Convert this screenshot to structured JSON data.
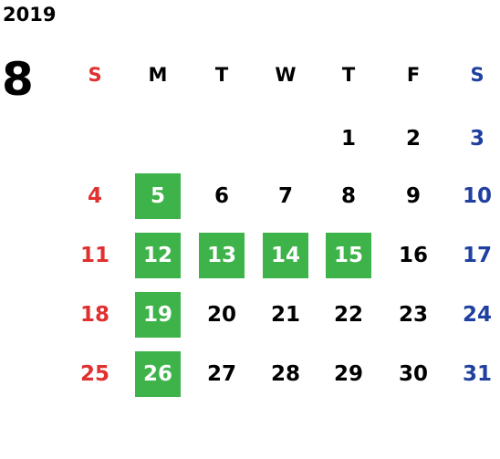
{
  "year": "2019",
  "month": "8",
  "weekdays": [
    "S",
    "M",
    "T",
    "W",
    "T",
    "F",
    "S"
  ],
  "colors": {
    "sunday": "#e03030",
    "saturday": "#2040a0",
    "weekday": "#000000",
    "highlight_bg": "#3db34a",
    "highlight_fg": "#ffffff"
  },
  "first_weekday_index": 4,
  "days_in_month": 31,
  "highlighted_days": [
    5,
    12,
    13,
    14,
    15,
    19,
    26
  ]
}
